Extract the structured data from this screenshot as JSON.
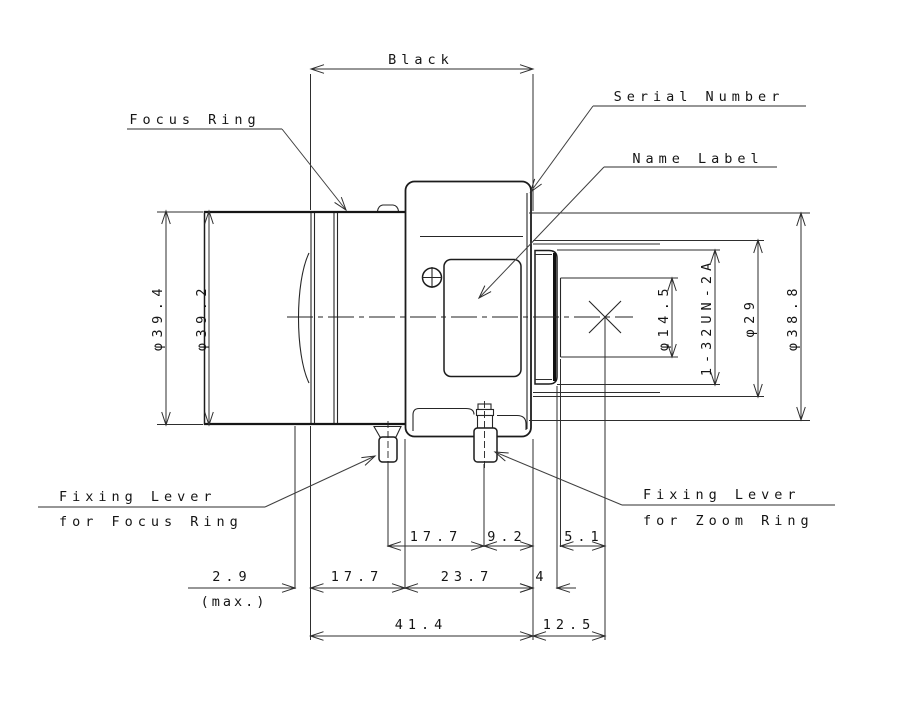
{
  "labels": {
    "black": "Black",
    "serial_number": "Serial Number",
    "name_label": "Name Label",
    "focus_ring": "Focus Ring",
    "fixing_lever_focus": {
      "line1": "Fixing Lever",
      "line2": "for Focus Ring"
    },
    "fixing_lever_zoom": {
      "line1": "Fixing Lever",
      "line2": "for Zoom Ring"
    }
  },
  "dims": {
    "front_outer_diameter": "φ39.4",
    "front_face_diameter": "φ39.2",
    "rear_opening_diameter": "φ14.5",
    "mount_thread": "1-32UN-2A",
    "mount_boss_diameter": "φ29",
    "rear_plate_diameter": "φ38.8",
    "lever_to_lever": "17.7",
    "zoom_lever_to_rear": "9.2",
    "mount_face_to_image_plane": "5.1",
    "focus_travel": "2.9",
    "focus_travel_note": "(max.)",
    "front_to_body": "17.7",
    "body_length": "23.7",
    "mount_flange_thickness": "4",
    "overall_length": "41.4",
    "rear_to_image_plane": "12.5"
  }
}
